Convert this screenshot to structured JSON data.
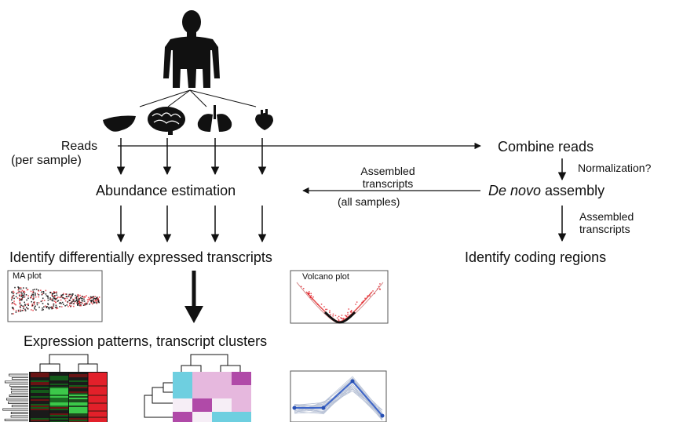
{
  "labels": {
    "reads": "Reads",
    "per_sample": "(per sample)",
    "combine_reads": "Combine reads",
    "normalization": "Normalization?",
    "assembled_transcripts_top": "Assembled",
    "assembled_transcripts_bottom": "transcripts",
    "all_samples": "(all samples)",
    "abundance_estimation": "Abundance estimation",
    "de_novo": "De novo",
    "assembly": " assembly",
    "assembled_right_1": "Assembled",
    "assembled_right_2": "transcripts",
    "identify_de": "Identify differentially expressed transcripts",
    "identify_coding": "Identify coding regions",
    "ma_plot": "MA plot",
    "volcano_plot": "Volcano plot",
    "expression_patterns": "Expression patterns, transcript clusters"
  },
  "icons": [
    "human-silhouette-icon",
    "liver-icon",
    "brain-icon",
    "lungs-icon",
    "heart-icon"
  ],
  "colors": {
    "ink": "#111111",
    "red": "#e2202a",
    "green": "#3cc84a",
    "cyan": "#6ecfe0",
    "magenta": "#b04aa8",
    "pink": "#e6b8de",
    "line_blue": "#3c64c8"
  }
}
